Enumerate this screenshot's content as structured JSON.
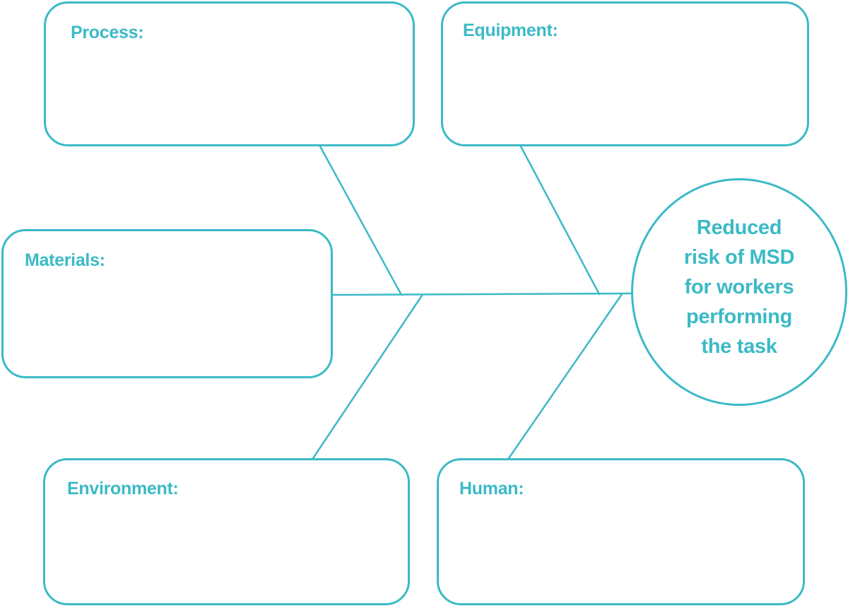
{
  "diagram": {
    "type": "fishbone",
    "colors": {
      "accent": "#3bbac6",
      "background": "#ffffff"
    },
    "effect": "Reduced\nrisk of MSD\nfor workers\nperforming\nthe task",
    "categories": {
      "process": "Process:",
      "equipment": "Equipment:",
      "materials": "Materials:",
      "environment": "Environment:",
      "human": "Human:"
    }
  }
}
